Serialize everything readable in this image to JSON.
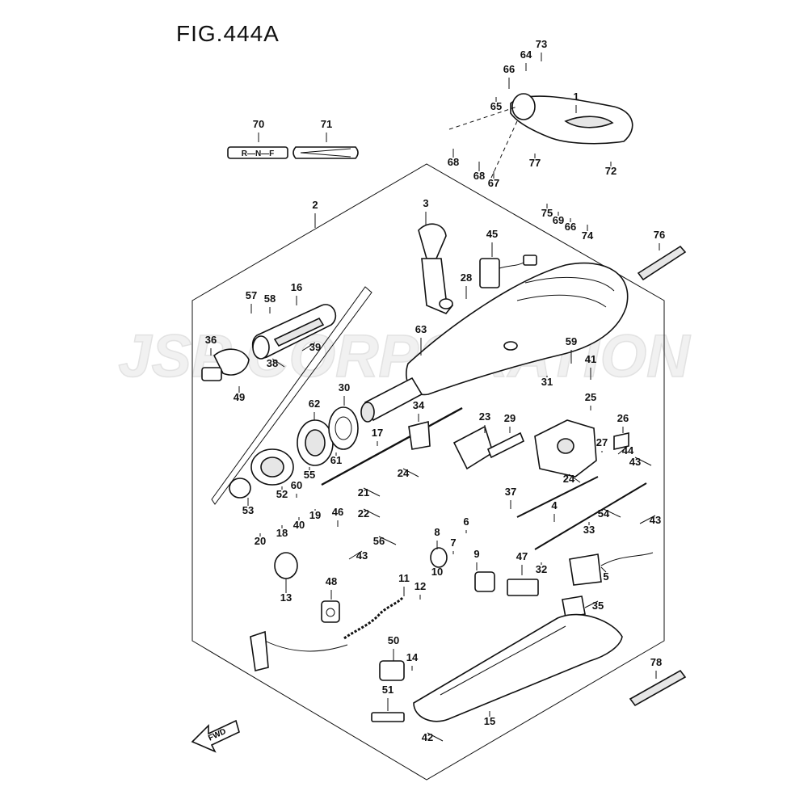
{
  "figure": {
    "title": "FIG.444A",
    "watermark": "JSP CORPORATION",
    "direction_arrow": "FWD"
  },
  "parts": [
    {
      "no": "1"
    },
    {
      "no": "2"
    },
    {
      "no": "3"
    },
    {
      "no": "4"
    },
    {
      "no": "5"
    },
    {
      "no": "6"
    },
    {
      "no": "7"
    },
    {
      "no": "8"
    },
    {
      "no": "9"
    },
    {
      "no": "10"
    },
    {
      "no": "11"
    },
    {
      "no": "12"
    },
    {
      "no": "13"
    },
    {
      "no": "14"
    },
    {
      "no": "15"
    },
    {
      "no": "16"
    },
    {
      "no": "17"
    },
    {
      "no": "18"
    },
    {
      "no": "19"
    },
    {
      "no": "20"
    },
    {
      "no": "21"
    },
    {
      "no": "22"
    },
    {
      "no": "23"
    },
    {
      "no": "24"
    },
    {
      "no": "24"
    },
    {
      "no": "25"
    },
    {
      "no": "26"
    },
    {
      "no": "27"
    },
    {
      "no": "28"
    },
    {
      "no": "29"
    },
    {
      "no": "30"
    },
    {
      "no": "31"
    },
    {
      "no": "32"
    },
    {
      "no": "33"
    },
    {
      "no": "34"
    },
    {
      "no": "35"
    },
    {
      "no": "36"
    },
    {
      "no": "37"
    },
    {
      "no": "38"
    },
    {
      "no": "39"
    },
    {
      "no": "40"
    },
    {
      "no": "41"
    },
    {
      "no": "42"
    },
    {
      "no": "43"
    },
    {
      "no": "43"
    },
    {
      "no": "43"
    },
    {
      "no": "44"
    },
    {
      "no": "45"
    },
    {
      "no": "46"
    },
    {
      "no": "47"
    },
    {
      "no": "48"
    },
    {
      "no": "49"
    },
    {
      "no": "50"
    },
    {
      "no": "51"
    },
    {
      "no": "52"
    },
    {
      "no": "53"
    },
    {
      "no": "54"
    },
    {
      "no": "55"
    },
    {
      "no": "56"
    },
    {
      "no": "57"
    },
    {
      "no": "58"
    },
    {
      "no": "59"
    },
    {
      "no": "60"
    },
    {
      "no": "61"
    },
    {
      "no": "62"
    },
    {
      "no": "63"
    },
    {
      "no": "64"
    },
    {
      "no": "65"
    },
    {
      "no": "66"
    },
    {
      "no": "66"
    },
    {
      "no": "67"
    },
    {
      "no": "68"
    },
    {
      "no": "68"
    },
    {
      "no": "69"
    },
    {
      "no": "70"
    },
    {
      "no": "71"
    },
    {
      "no": "72"
    },
    {
      "no": "73"
    },
    {
      "no": "74"
    },
    {
      "no": "75"
    },
    {
      "no": "76"
    },
    {
      "no": "77"
    },
    {
      "no": "78"
    }
  ]
}
